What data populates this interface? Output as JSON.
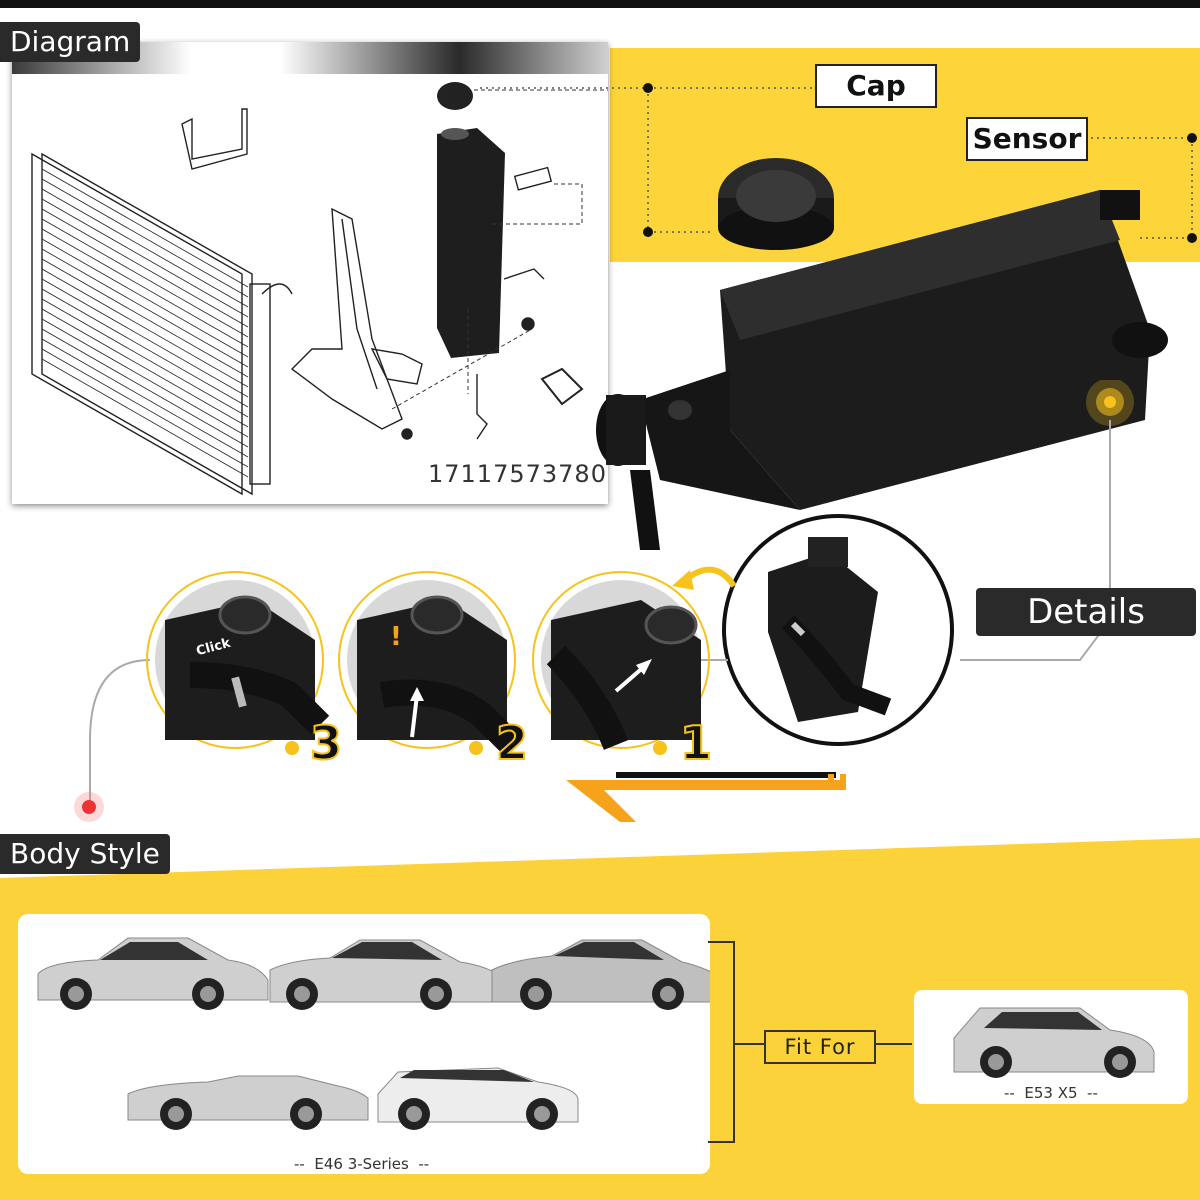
{
  "labels": {
    "diagram": "Diagram",
    "body_style": "Body Style",
    "cap": "Cap",
    "sensor": "Sensor",
    "details": "Details",
    "part_number": "17117573780",
    "fit_for": "Fit For"
  },
  "steps": [
    {
      "number": "1"
    },
    {
      "number": "2"
    },
    {
      "number": "3"
    }
  ],
  "click_text": "Click",
  "exclaim_text": "!",
  "cars": {
    "e46_caption": "--  E46 3-Series  --",
    "x5_caption": "--  E53 X5  --"
  },
  "colors": {
    "accent_yellow": "#fcd23a",
    "dark_label": "#2a2a2a",
    "arrow_orange": "#f6a21b"
  }
}
